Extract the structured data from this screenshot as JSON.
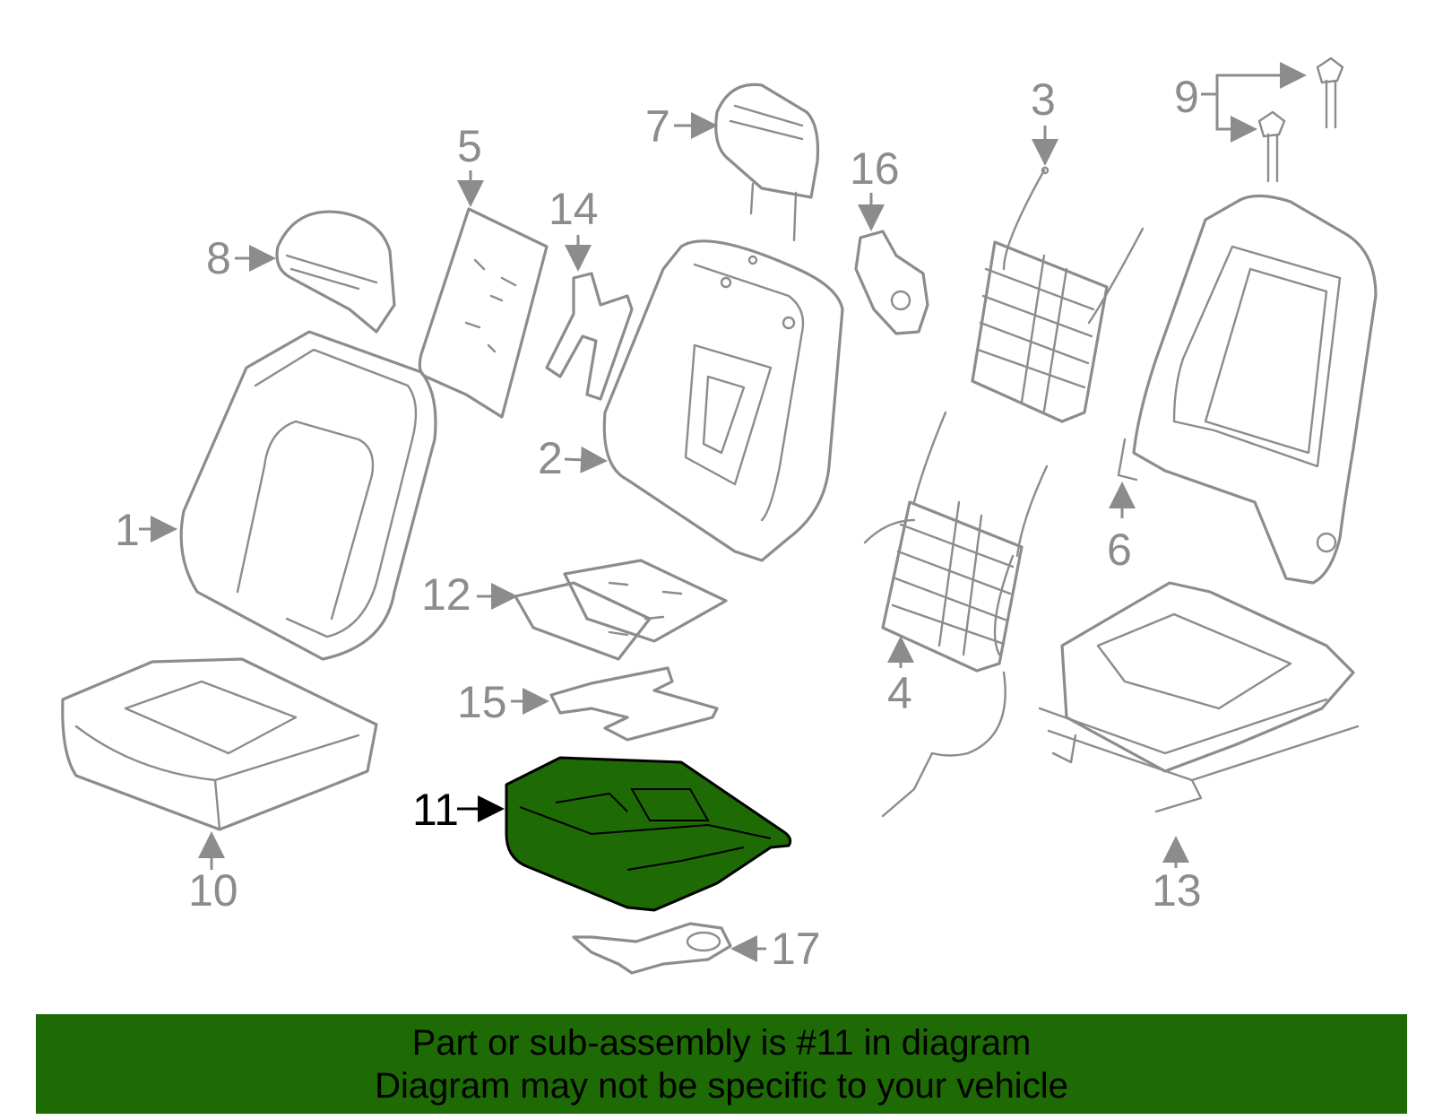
{
  "diagram": {
    "highlight_color": "#1e6b05",
    "stroke_color": "#8c8c8c",
    "highlighted_part": "11",
    "callouts": [
      "1",
      "2",
      "3",
      "4",
      "5",
      "6",
      "7",
      "8",
      "9",
      "10",
      "11",
      "12",
      "13",
      "14",
      "15",
      "16",
      "17"
    ]
  },
  "banner": {
    "background": "#1e6b05",
    "line1": "Part or sub-assembly is #11 in diagram",
    "line2": "Diagram may not be specific to your vehicle"
  }
}
